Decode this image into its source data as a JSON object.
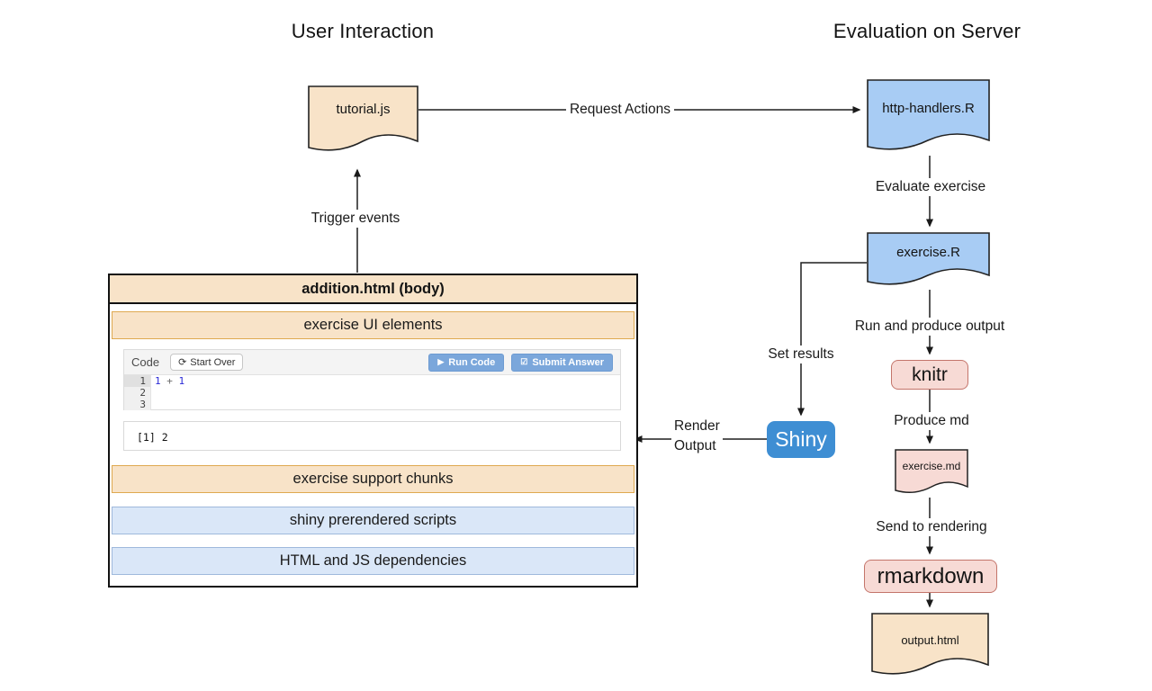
{
  "titles": {
    "left": "User Interaction",
    "right": "Evaluation on Server"
  },
  "nodes": {
    "tutorial_js": {
      "label": "tutorial.js",
      "fill": "#F8E3C8"
    },
    "http_handlers": {
      "label": "http-handlers.R",
      "fill": "#A8CCF4"
    },
    "exercise_r": {
      "label": "exercise.R",
      "fill": "#A8CCF4"
    },
    "knitr": {
      "label": "knitr",
      "fill": "#F7DAD5"
    },
    "exercise_md": {
      "label": "exercise.md",
      "fill": "#F7DAD5"
    },
    "rmarkdown": {
      "label": "rmarkdown",
      "fill": "#F7DAD5"
    },
    "output_html": {
      "label": "output.html",
      "fill": "#F8E3C8"
    },
    "shiny": {
      "label": "Shiny",
      "fill": "#3E8ED3"
    }
  },
  "edges": {
    "request_actions": "Request Actions",
    "trigger_events": "Trigger events",
    "evaluate_exercise": "Evaluate exercise",
    "run_and_produce": "Run and produce output",
    "set_results": "Set results",
    "produce_md": "Produce md",
    "send_to_rendering": "Send to rendering",
    "render_output_line1": "Render",
    "render_output_line2": "Output"
  },
  "page_box": {
    "title": "addition.html (body)",
    "bars": [
      {
        "label": "exercise UI elements"
      },
      {
        "label": "exercise support chunks"
      },
      {
        "label": "shiny prerendered scripts"
      },
      {
        "label": "HTML and JS dependencies"
      }
    ]
  },
  "editor": {
    "code_label": "Code",
    "start_over_label": "Start Over",
    "run_code_label": "Run Code",
    "submit_answer_label": "Submit Answer",
    "line_numbers": [
      "1",
      "2",
      "3"
    ],
    "code_tokens": [
      {
        "text": "1",
        "type": "number"
      },
      {
        "text": " + ",
        "type": "operator"
      },
      {
        "text": "1",
        "type": "number"
      }
    ],
    "output_text": "[1] 2"
  },
  "icons": {
    "refresh": "⟳",
    "run": "▶",
    "submit": "☑"
  },
  "colors": {
    "tan_fill": "#F8E3C8",
    "tan_bar_border": "#DFA950",
    "blue_doc_fill": "#A8CCF4",
    "blue_bar_fill": "#DAE7F8",
    "blue_bar_border": "#9FB9DC",
    "pink_fill": "#F7DAD5",
    "pink_border": "#C4756B",
    "shiny_blue": "#3E8ED3",
    "button_blue": "#7BA7DB",
    "line_color": "#1f1f1f"
  }
}
